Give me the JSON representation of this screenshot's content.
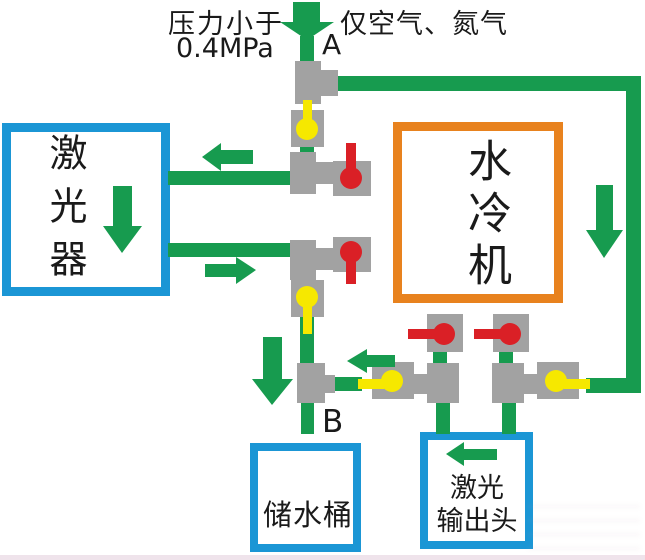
{
  "colors": {
    "pipe_green": "#179b4f",
    "box_blue": "#1b96d5",
    "box_orange": "#e8821e",
    "fitting_gray": "#a2a2a2",
    "valve_yellow": "#f6e800",
    "valve_red": "#da2026",
    "text_black": "#1a1a1a"
  },
  "annotations": {
    "pressure_line1": "压力小于",
    "pressure_line2": "0.4MPa",
    "gas_note": "仅空气、氮气",
    "point_a": "A",
    "point_b": "B"
  },
  "components": {
    "laser": "激光器",
    "chiller": "水冷机",
    "tank": "储水桶",
    "output_head_line1": "激光",
    "output_head_line2": "输出头"
  }
}
